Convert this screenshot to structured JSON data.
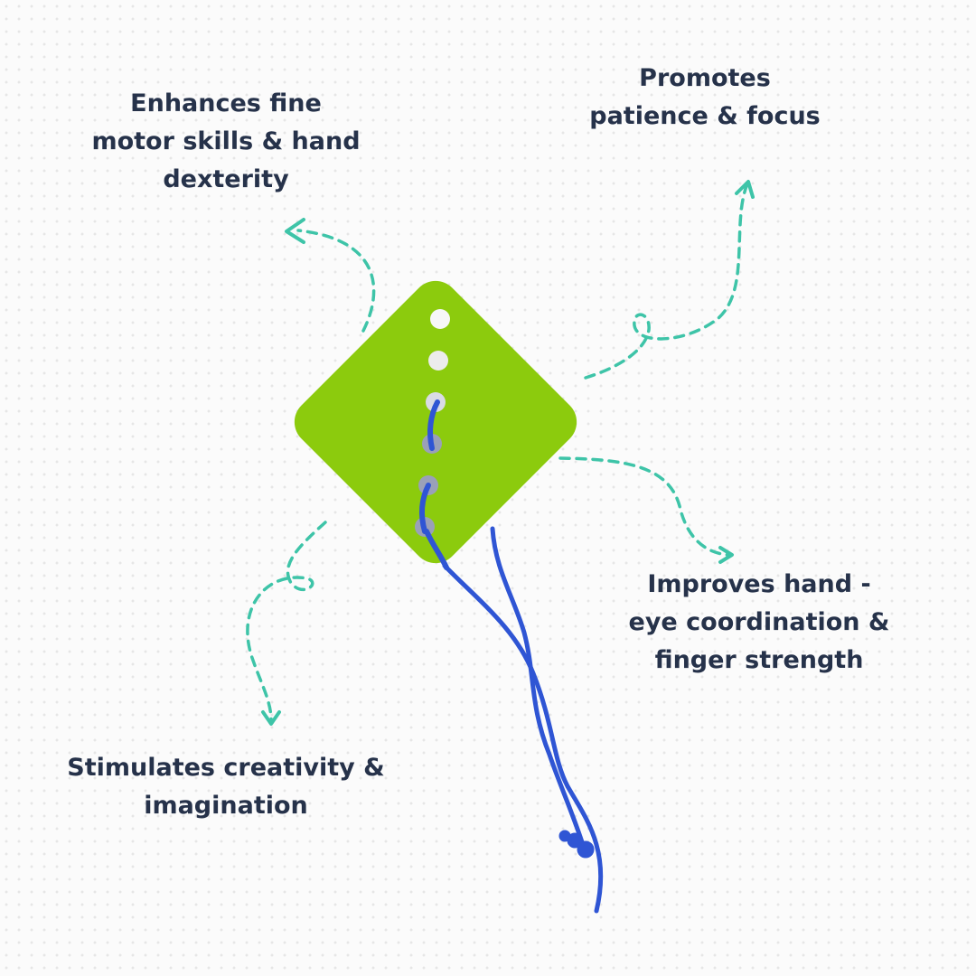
{
  "benefits": {
    "fine_motor": [
      "Enhances fine",
      "motor skills & hand",
      "dexterity"
    ],
    "patience": [
      "Promotes",
      "patience & focus"
    ],
    "coordination": [
      "Improves hand -",
      "eye coordination &",
      "finger strength"
    ],
    "creativity": [
      "Stimulates creativity &",
      "imagination"
    ]
  },
  "colors": {
    "text": "#26324a",
    "arrow": "#3ec4a8",
    "card": "#8ccb0d",
    "lace": "#2f55d4",
    "background": "#fbfbfb"
  },
  "icons": [
    "dashed-arrow-icon",
    "lacing-card-icon",
    "shoelace-icon"
  ]
}
